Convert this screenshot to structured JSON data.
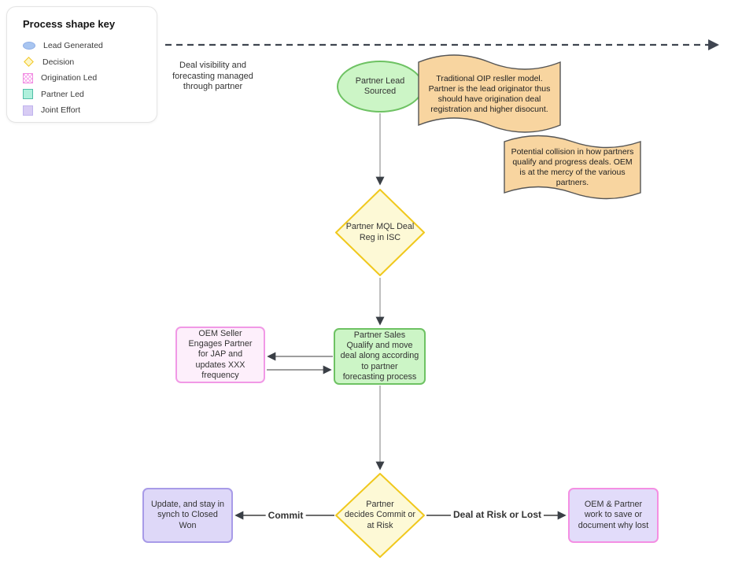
{
  "legend": {
    "title": "Process shape key",
    "items": [
      {
        "label": "Lead Generated"
      },
      {
        "label": "Decision"
      },
      {
        "label": "Origination Led"
      },
      {
        "label": "Partner Led"
      },
      {
        "label": "Joint Effort"
      }
    ]
  },
  "notes": {
    "deal_visibility": "Deal visibility and\nforecasting managed\nthrough partner",
    "traditional_oip": "Traditional OIP resller model.\nPartner is the  lead originator thus\nshould have origination deal\nregistration and higher disocunt.",
    "potential_collision": "Potential collision in how partners\nqualify and progress deals. OEM\nis at the mercy of the various\npartners."
  },
  "nodes": {
    "partner_lead_sourced": "Partner Lead\nSourced",
    "partner_mql_deal_reg": "Partner MQL Deal\nReg in ISC",
    "partner_sales_qualify": "Partner Sales\nQualify and move\ndeal along according\nto partner\nforecasting process",
    "oem_seller_engages": "OEM Seller\nEngages Partner\nfor  JAP and\nupdates XXX\nfrequency",
    "partner_decides": "Partner\ndecides Commit or\nat Risk",
    "update_stay_in_synch": "Update, and stay in\nsynch to Closed\nWon",
    "oem_partner_save": "OEM & Partner\nwork to save or\ndocument why lost"
  },
  "edge_labels": {
    "commit": "Commit",
    "deal_at_risk_or_lost": "Deal at Risk or Lost"
  },
  "colors": {
    "lead_generated_fill": "#A8C5F0",
    "lead_generated_stroke": "#8FAEE6",
    "decision_fill": "#FDF9D6",
    "decision_stroke": "#F0C81D",
    "origination_led_fill": "#FDEFFB",
    "origination_led_stroke": "#F199E6",
    "partner_led_fill": "#CCF5C6",
    "partner_led_stroke": "#6EC263",
    "partner_led_legend_fill": "#AFF0DC",
    "partner_led_legend_stroke": "#52BFA8",
    "joint_effort_fill": "#DED8F8",
    "joint_effort_stroke": "#A89BE8",
    "joint_origination_mix_fill": "#E2DCFA",
    "joint_origination_mix_stroke": "#F48FE3",
    "tape_fill": "#F8D5A0",
    "tape_stroke": "#555555",
    "connector_light": "#BFBFBF",
    "connector_mid": "#7E7E7E",
    "connector_dark": "#3D3D3D",
    "arrowhead": "#3A3F46"
  }
}
